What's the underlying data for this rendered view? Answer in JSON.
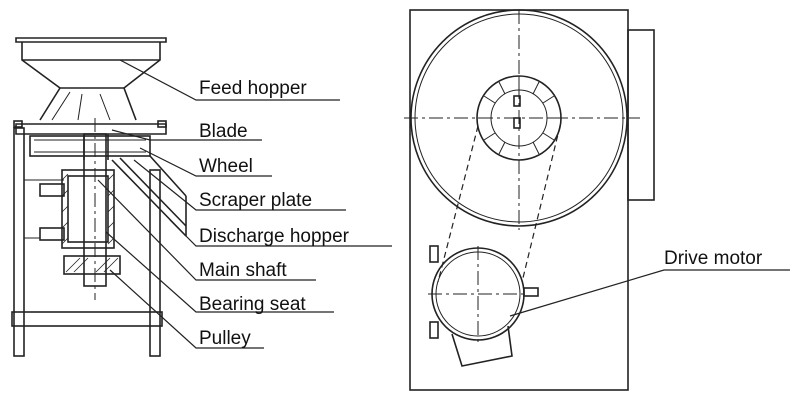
{
  "labels": {
    "feed_hopper": "Feed hopper",
    "blade": "Blade",
    "wheel": "Wheel",
    "scraper_plate": "Scraper plate",
    "discharge_hopper": "Discharge hopper",
    "main_shaft": "Main shaft",
    "bearing_seat": "Bearing seat",
    "pulley": "Pulley",
    "drive_motor": "Drive motor"
  },
  "colors": {
    "line": "#222222",
    "background": "#ffffff",
    "text": "#111111"
  }
}
